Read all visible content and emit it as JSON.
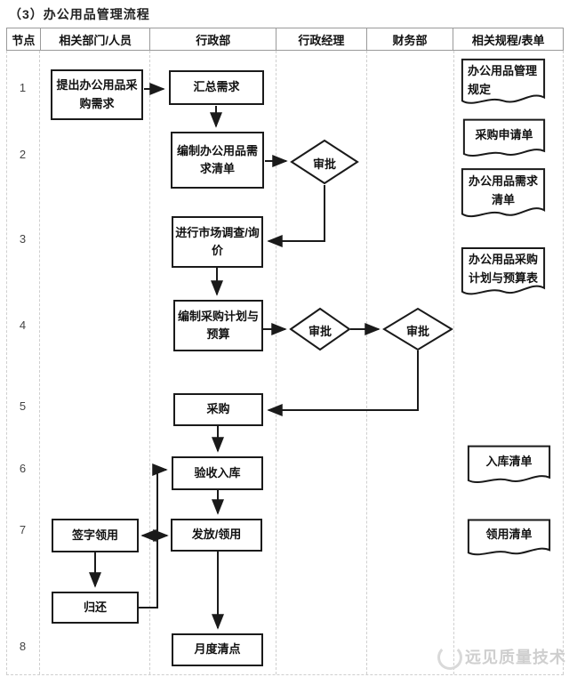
{
  "title": "（3）办公用品管理流程",
  "columns": [
    "节点",
    "相关部门/人员",
    "行政部",
    "行政经理",
    "财务部",
    "相关规程/表单"
  ],
  "nodes": [
    "1",
    "2",
    "3",
    "4",
    "5",
    "6",
    "7",
    "8"
  ],
  "steps": {
    "propose": "提出办公用品采购需求",
    "summarize": "汇总需求",
    "compile_list": "编制办公用品需求清单",
    "market_survey": "进行市场调查/询价",
    "plan_budget": "编制采购计划与预算",
    "approve_admin_1": "审批",
    "approve_admin_2": "审批",
    "approve_finance": "审批",
    "purchase": "采购",
    "inspect_store": "验收入库",
    "sign_receive": "签字领用",
    "issue": "发放/领用",
    "return_item": "归还",
    "monthly_count": "月度清点"
  },
  "documents": [
    "办公用品管理规定",
    "采购申请单",
    "办公用品需求清单",
    "办公用品采购计划与预算表",
    "入库清单",
    "领用清单"
  ],
  "watermark": "远见质量技术",
  "colors": {
    "line": "#1a1a1a",
    "grid": "#cfcfcf",
    "header_border": "#9a9a9a",
    "watermark": "#cfcfcf"
  }
}
